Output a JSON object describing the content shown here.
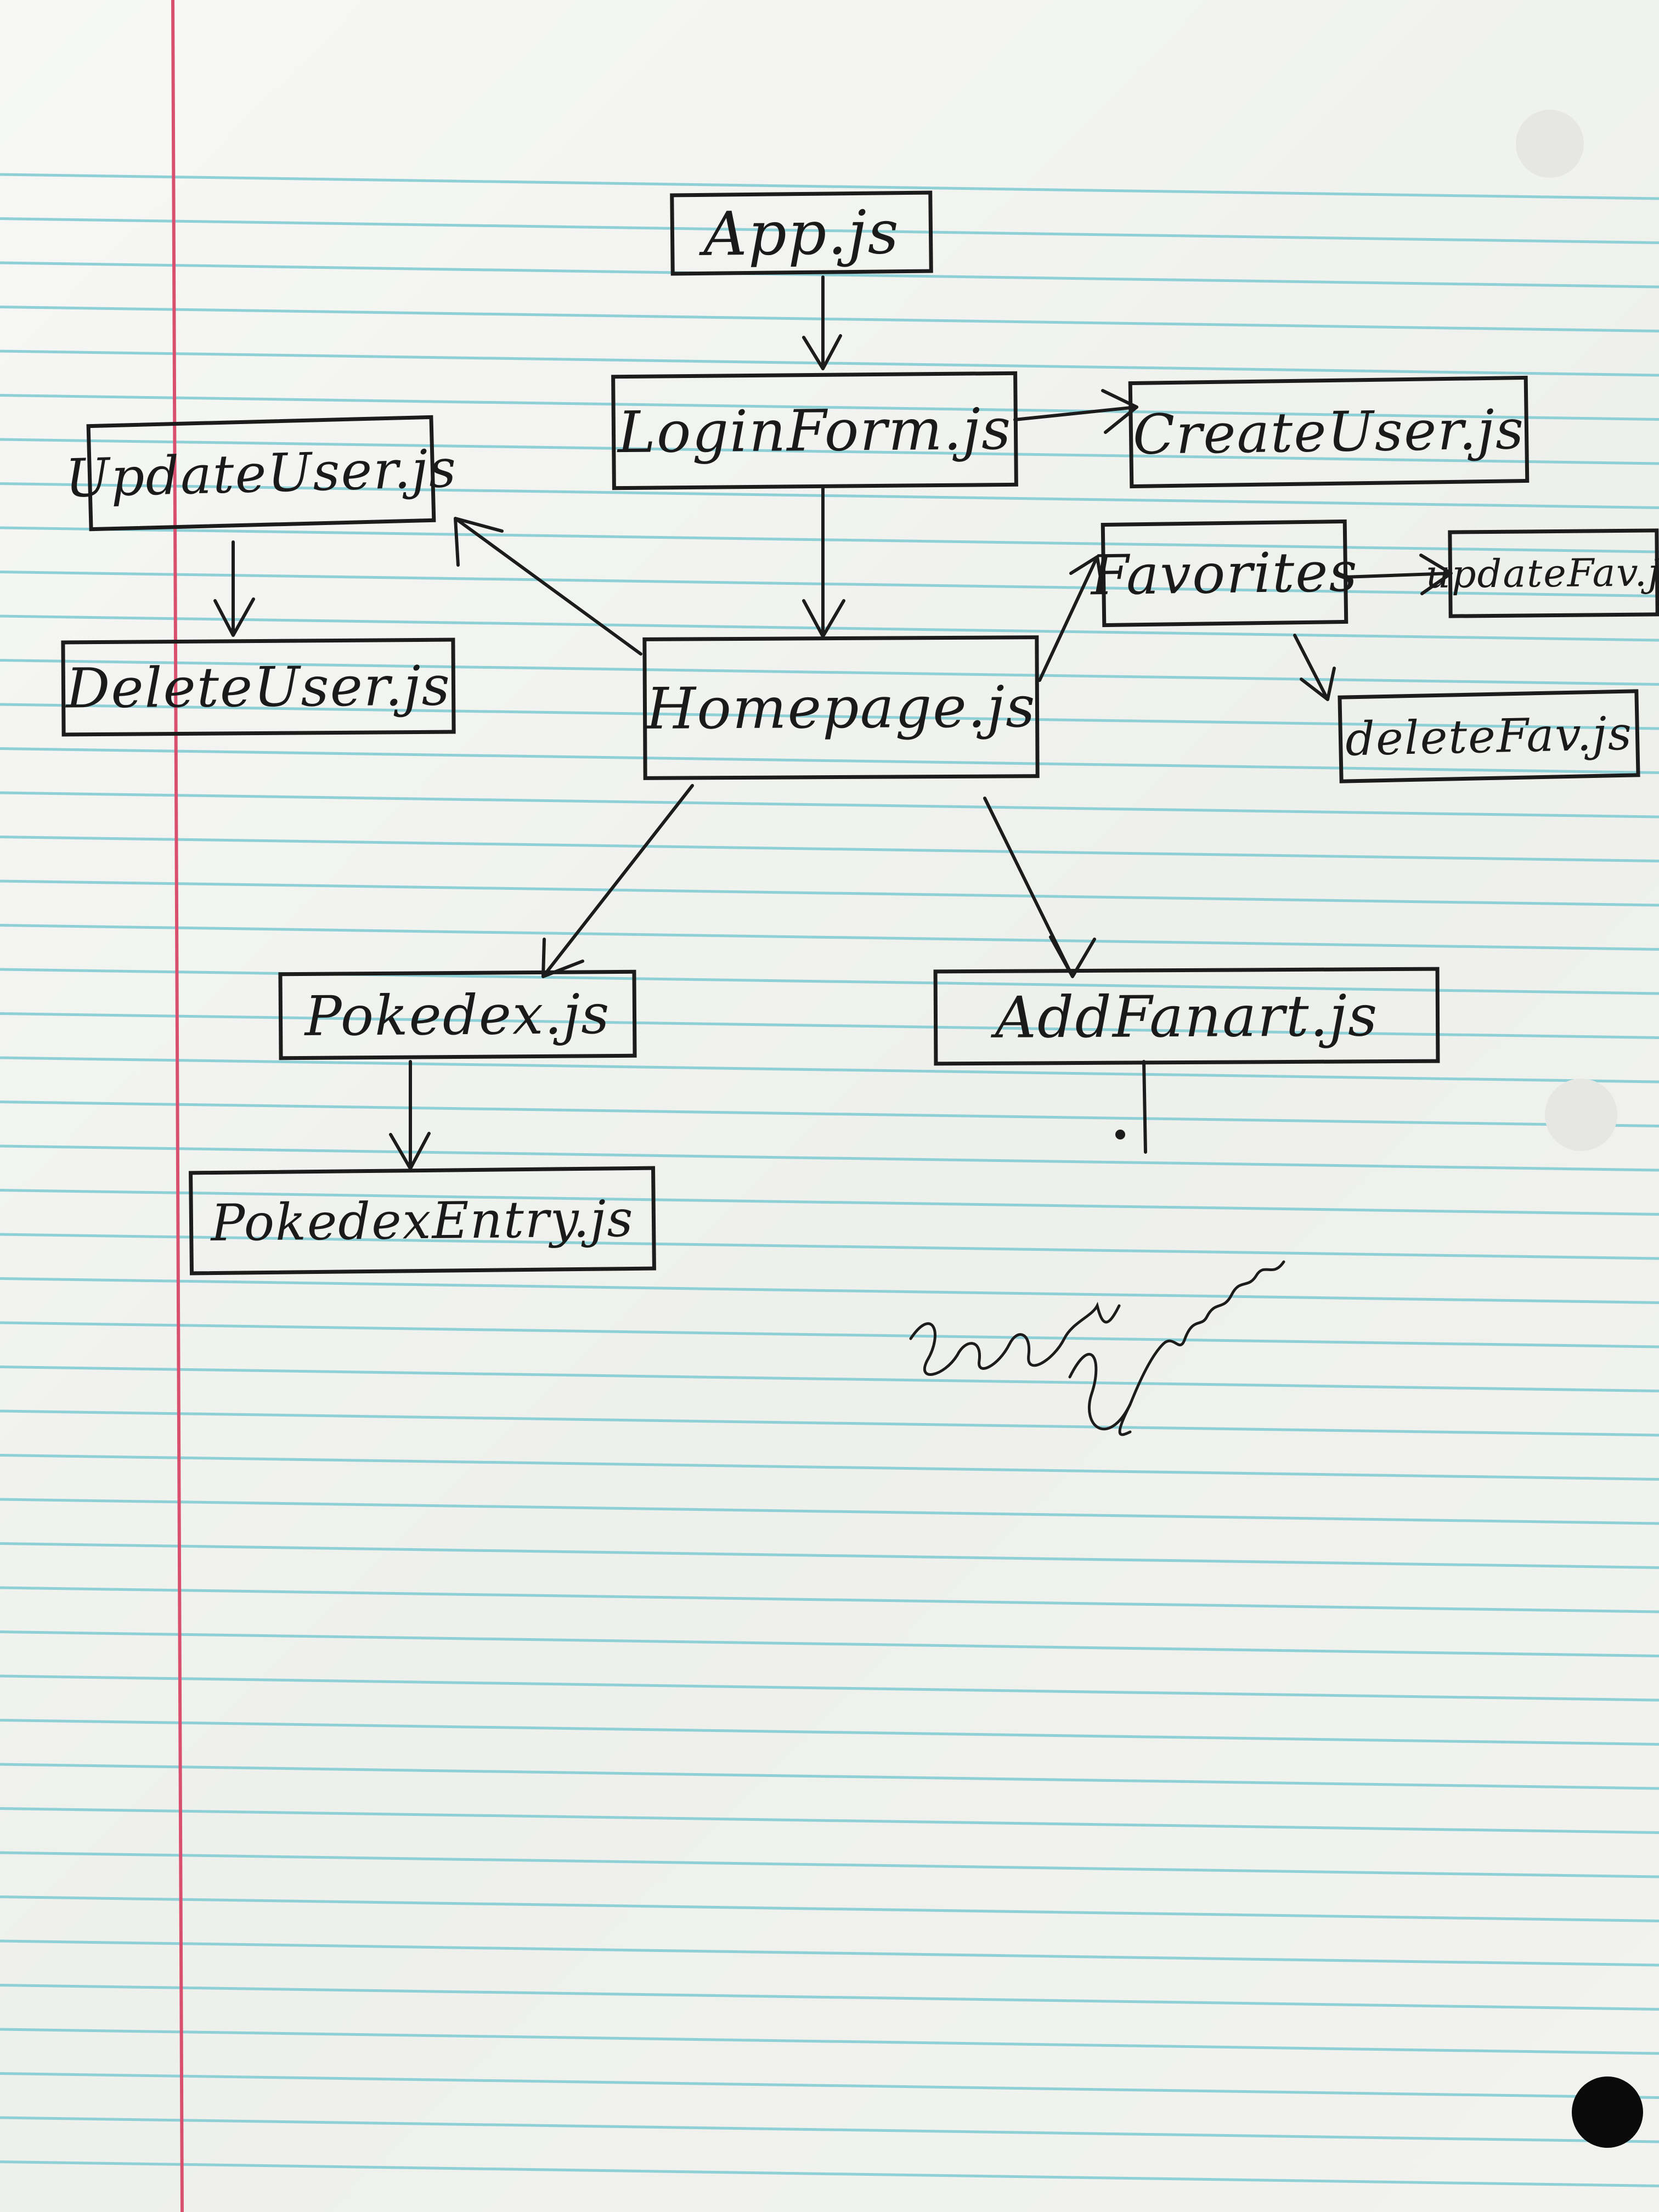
{
  "colors": {
    "paper": "#f4f5f1",
    "rule_line": "#8fcfd6",
    "margin_line": "#d9506f",
    "ink": "#1c1c1c",
    "hole": "#e6e7e4",
    "hole_filled": "#0a0a0a"
  },
  "nodes": {
    "app": "App.js",
    "login_form": "LoginForm.js",
    "create_user": "CreateUser.js",
    "update_user": "UpdateUser.js",
    "delete_user": "DeleteUser.js",
    "homepage": "Homepage.js",
    "favorites": "Favorites",
    "update_fav": "updateFav.js",
    "delete_fav": "deleteFav.js",
    "pokedex": "Pokedex.js",
    "pokedex_entry": "PokedexEntry.js",
    "add_fanart": "AddFanart.js"
  },
  "edges": [
    {
      "from": "App.js",
      "to": "LoginForm.js"
    },
    {
      "from": "LoginForm.js",
      "to": "CreateUser.js"
    },
    {
      "from": "LoginForm.js",
      "to": "Homepage.js"
    },
    {
      "from": "Homepage.js",
      "to": "UpdateUser.js"
    },
    {
      "from": "UpdateUser.js",
      "to": "DeleteUser.js"
    },
    {
      "from": "Homepage.js",
      "to": "Favorites"
    },
    {
      "from": "Favorites",
      "to": "updateFav.js"
    },
    {
      "from": "Favorites",
      "to": "deleteFav.js"
    },
    {
      "from": "Homepage.js",
      "to": "Pokedex.js"
    },
    {
      "from": "Pokedex.js",
      "to": "PokedexEntry.js"
    },
    {
      "from": "Homepage.js",
      "to": "AddFanart.js"
    }
  ]
}
